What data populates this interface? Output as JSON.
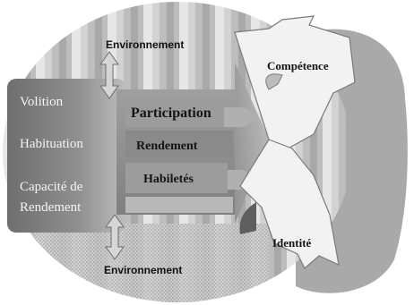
{
  "environment": {
    "top_label": "Environnement",
    "bottom_label": "Environnement"
  },
  "person": {
    "items": [
      {
        "label": "Volition"
      },
      {
        "label": "Habituation"
      },
      {
        "label": "Capacité de"
      },
      {
        "label": "Rendement"
      }
    ]
  },
  "doing": {
    "levels": [
      {
        "label": "Participation"
      },
      {
        "label": "Rendement"
      },
      {
        "label": "Habiletés"
      }
    ]
  },
  "outcomes": {
    "top": "Compétence",
    "bottom": "Identité"
  },
  "colors": {
    "background": "#ffffff",
    "ellipse_light": "#d9d9d9",
    "ellipse_dark": "#9a9a9a",
    "blob": "#a9a9a9",
    "person_box": "#7a7a7a",
    "arrow_band": "#8c8c8c",
    "outcome_arrow": "#f2f2f2"
  }
}
